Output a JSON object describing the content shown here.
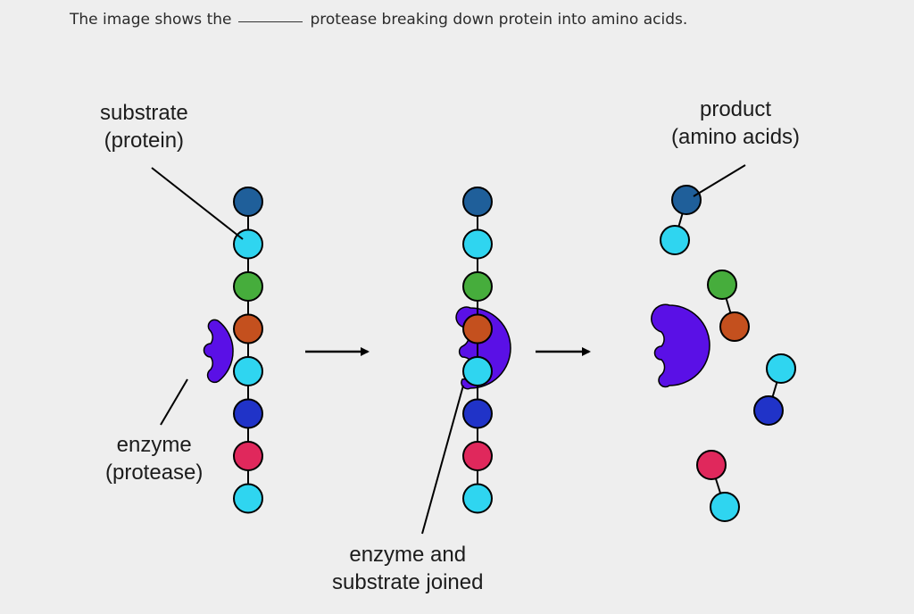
{
  "caption": {
    "before": "The image shows the",
    "after": "protease breaking down protein into amino acids."
  },
  "labels": {
    "substrate": "substrate",
    "substrate_sub": "(protein)",
    "product": "product",
    "product_sub": "(amino acids)",
    "enzyme": "enzyme",
    "enzyme_sub": "(protease)",
    "joined_line1": "enzyme and",
    "joined_line2": "substrate joined"
  },
  "colors": {
    "background": "#eeeeee",
    "enzyme": "#5a10e6",
    "dark_blue": "#1f5f9a",
    "cyan": "#2fd5f0",
    "green": "#46ad3c",
    "orange": "#c4501e",
    "navy": "#2033c8",
    "crimson": "#e0285c",
    "outline": "#000000"
  },
  "chain_order": [
    "dark_blue",
    "cyan",
    "green",
    "orange",
    "cyan",
    "navy",
    "crimson",
    "cyan"
  ],
  "products": [
    [
      "dark_blue",
      "cyan"
    ],
    [
      "green",
      "orange"
    ],
    [
      "cyan",
      "navy"
    ],
    [
      "crimson",
      "cyan"
    ]
  ]
}
